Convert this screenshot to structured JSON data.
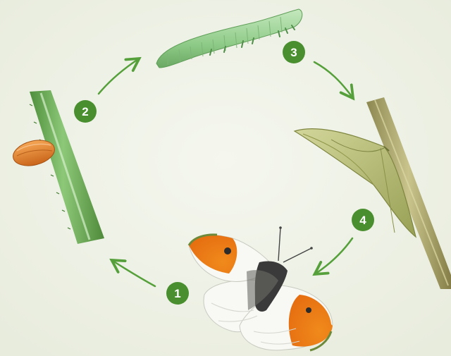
{
  "colors": {
    "background": "#eef1e6",
    "accent_green": "#4a8f2f",
    "arrow_green": "#55a03a",
    "egg_orange": "#e0842c",
    "caterpillar_green": "#9fd49a",
    "stem_green": "#6fae5c",
    "pupa_olive": "#b5ba6c",
    "wing_orange": "#ee7a16",
    "wing_white": "#f8f8f4"
  },
  "stages": [
    {
      "number": "1",
      "icon": "adult-butterfly-icon"
    },
    {
      "number": "2",
      "icon": "egg-icon"
    },
    {
      "number": "3",
      "icon": "caterpillar-icon"
    },
    {
      "number": "4",
      "icon": "pupa-icon"
    }
  ]
}
